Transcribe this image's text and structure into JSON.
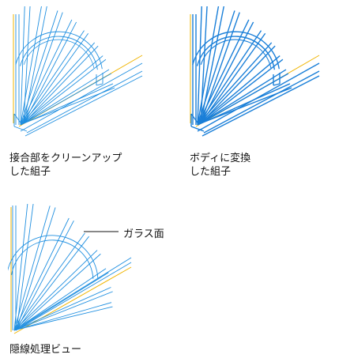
{
  "colors": {
    "line": "#1f8fe0",
    "line_bold": "#1a7fd8",
    "accent": "#f0b400"
  },
  "figures": [
    {
      "id": "cleanup",
      "caption": "接合部をクリーンアップ\nした組子"
    },
    {
      "id": "body",
      "caption": "ボディに変換\nした組子"
    },
    {
      "id": "hidden",
      "caption": "隠線処理ビュー",
      "callout": "ガラス面"
    }
  ]
}
